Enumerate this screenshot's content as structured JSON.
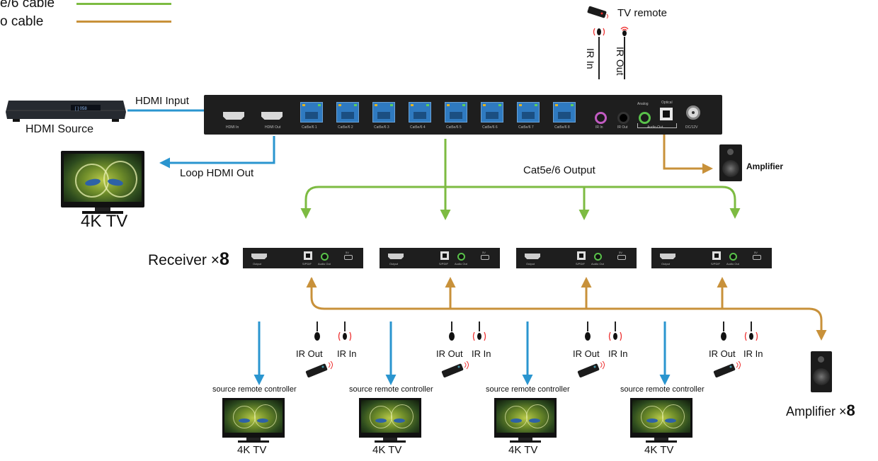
{
  "legend": {
    "items": [
      {
        "label": "e/6 cable",
        "color": "#7dbb42"
      },
      {
        "label": "o cable",
        "color": "#c8913a"
      }
    ]
  },
  "colors": {
    "hdmi": "#2a95cf",
    "cat": "#7dbb42",
    "audio": "#c8913a"
  },
  "labels": {
    "tv_remote": "TV remote",
    "ir_in_top": "IR In",
    "ir_out_top": "IR Out",
    "hdmi_input": "HDMI Input",
    "hdmi_source": "HDMI Source",
    "loop_hdmi_out": "Loop HDMI Out",
    "tv_main": "4K TV",
    "cat_output": "Cat5e/6 Output",
    "amplifier": "Amplifier",
    "receiver_text": "Receiver ",
    "receiver_mult": "×",
    "receiver_count": "8",
    "amplifier_multi_text": "Amplifier ",
    "amplifier_multi_mult": "×",
    "amplifier_multi_count": "8"
  },
  "transmitter": {
    "port_labels": [
      "HDMI In",
      "HDMI Out",
      "Cat5e/6 1",
      "Cat5e/6 2",
      "Cat5e/6 3",
      "Cat5e/6 4",
      "Cat5e/6 5",
      "Cat5e/6 6",
      "Cat5e/6 7",
      "Cat5e/6 8",
      "IR In",
      "IR Out",
      "Audio Out",
      "DC/12V"
    ],
    "analog": "Analog",
    "optical": "Optical"
  },
  "receiver_ports": [
    "Output",
    "S/PDIF",
    "Audio Out",
    "5V"
  ],
  "branches": [
    {
      "ir_out": "IR Out",
      "ir_in": "IR In",
      "controller": "source remote controller",
      "tv": "4K TV"
    },
    {
      "ir_out": "IR Out",
      "ir_in": "IR In",
      "controller": "source remote controller",
      "tv": "4K TV"
    },
    {
      "ir_out": "IR Out",
      "ir_in": "IR In",
      "controller": "source remote controller",
      "tv": "4K TV"
    },
    {
      "ir_out": "IR Out",
      "ir_in": "IR In",
      "controller": "source remote controller",
      "tv": "4K TV"
    }
  ]
}
